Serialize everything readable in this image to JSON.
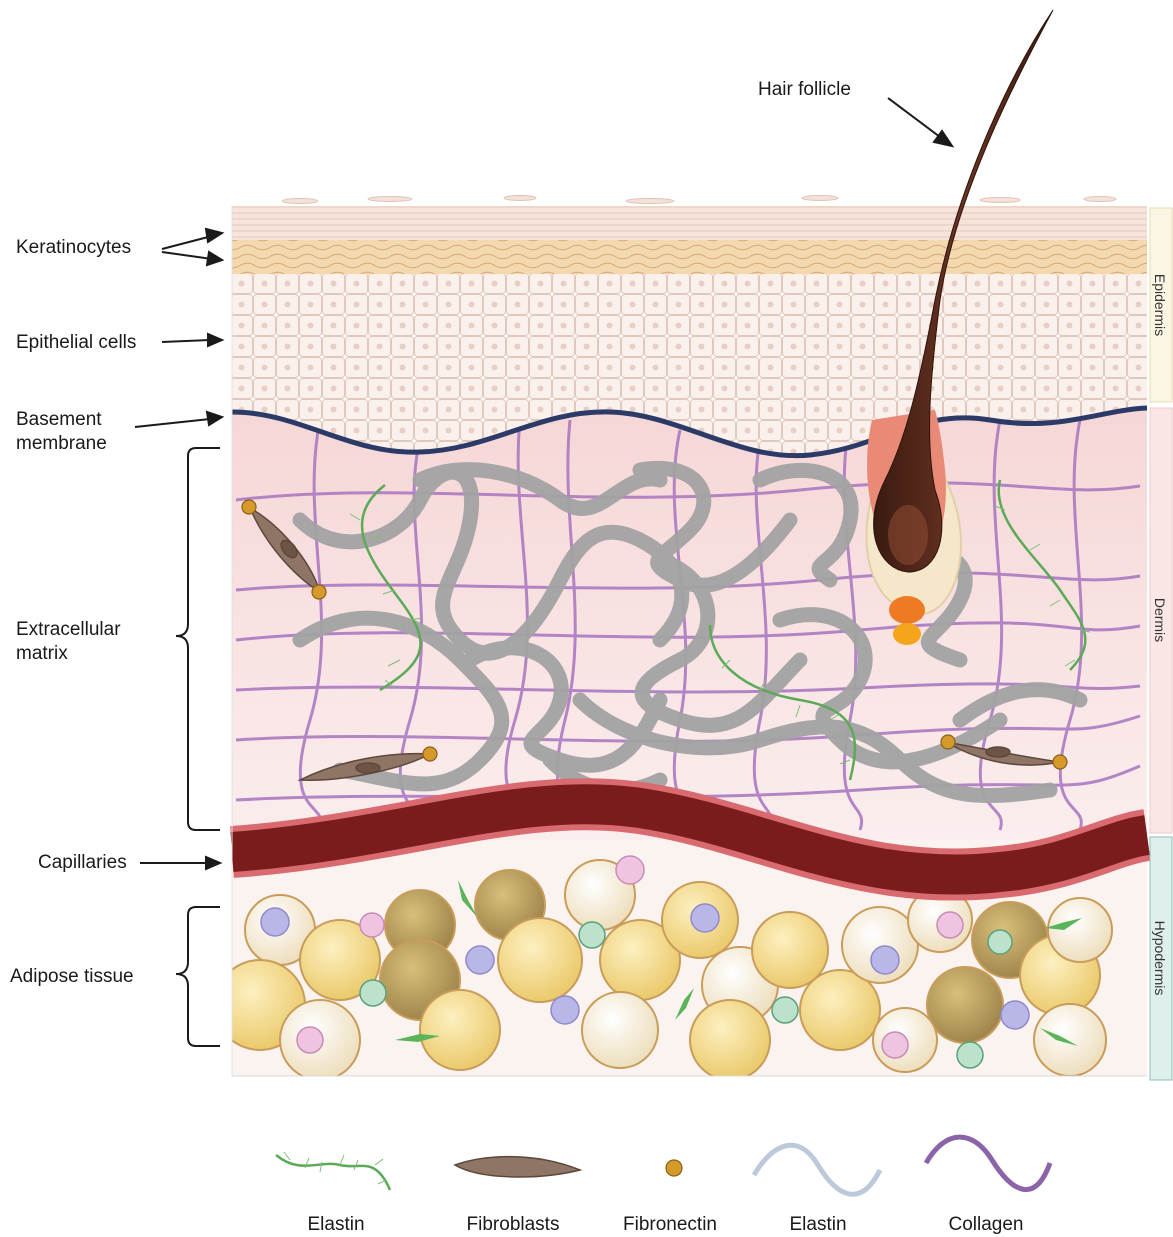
{
  "labels": {
    "hair_follicle": "Hair follicle",
    "keratinocytes": "Keratinocytes",
    "epithelial_cells": "Epithelial cells",
    "basement_membrane_line1": "Basement",
    "basement_membrane_line2": "membrane",
    "extracellular_matrix_line1": "Extracellular",
    "extracellular_matrix_line2": "matrix",
    "capillaries": "Capillaries",
    "adipose_tissue": "Adipose tissue"
  },
  "layers": {
    "epidermis": "Epidermis",
    "dermis": "Dermis",
    "hypodermis": "Hypodermis"
  },
  "legend": [
    {
      "label": "Elastin",
      "icon": "elastin-fiber-icon"
    },
    {
      "label": "Fibroblasts",
      "icon": "fibroblast-icon"
    },
    {
      "label": "Fibronectin",
      "icon": "fibronectin-icon"
    },
    {
      "label": "Elastin",
      "icon": "elastin-wave-icon"
    },
    {
      "label": "Collagen",
      "icon": "collagen-wave-icon"
    }
  ],
  "colors": {
    "epidermis_bg": "#f8e8e0",
    "keratin_band": "#f1d2a6",
    "dermis_bg": "#f8dcdc",
    "basement_membrane": "#2b3a67",
    "collagen": "#9b6bb3",
    "matrix_gray": "#a9a9a9",
    "elastin_green": "#5fa55a",
    "fibroblast": "#8a6e60",
    "fibronectin": "#d49a2a",
    "capillary": "#7a1c1c",
    "hair": "#4a2418",
    "adipocyte": "#f2d57a",
    "layer_epidermis": "#fbf6e3",
    "layer_dermis": "#fbe6e6",
    "layer_hypodermis": "#dff0ec"
  }
}
